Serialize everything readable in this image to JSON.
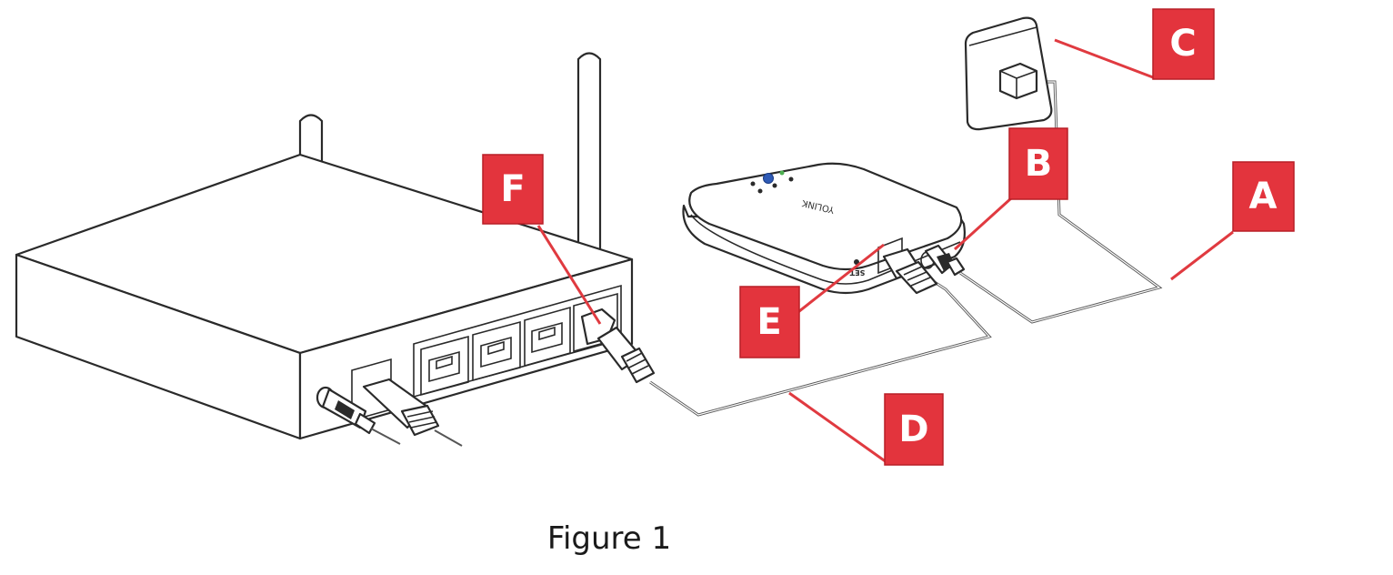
{
  "figure": {
    "caption": "Figure 1"
  },
  "callouts": [
    {
      "id": "A",
      "label": "A",
      "target": "power-cable"
    },
    {
      "id": "B",
      "label": "B",
      "target": "power-port"
    },
    {
      "id": "C",
      "label": "C",
      "target": "power-adapter"
    },
    {
      "id": "D",
      "label": "D",
      "target": "ethernet-cable"
    },
    {
      "id": "E",
      "label": "E",
      "target": "hub-ethernet-port"
    },
    {
      "id": "F",
      "label": "F",
      "target": "router-lan-port"
    }
  ],
  "hub": {
    "brand_text": "YOLINK",
    "reset_label": "SET"
  },
  "colors": {
    "callout_fill": "#e3343d",
    "leader_line": "#e03a40",
    "outline": "#2a2a2a",
    "cable": "#555555"
  }
}
